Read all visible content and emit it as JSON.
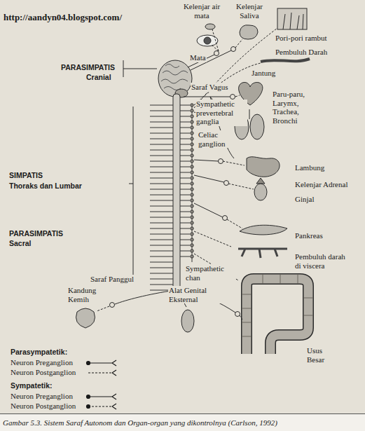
{
  "diagram": {
    "caption": "Gambar 5.3. Sistem Saraf Autonom dan Organ-organ yang dikontrolnya (Carlson, 1992)",
    "labels": [
      "http://aandyn04.blogspot.com/",
      "Kelenjar air mata",
      "Kelenjar Saliva",
      "Pori-pori rambut",
      "Mata",
      "Pembuluh Darah",
      "Jantung",
      "PARASIMPATIS",
      "Cranial",
      "Saraf Vagus",
      "Paru-paru, Larymx, Trachea, Bronchi",
      "Sympathetic prevertebral ganglia",
      "Celiac ganglion",
      "Lambung",
      "Kelenjar Adrenal",
      "SIMPATIS",
      "Thoraks dan Lumbar",
      "Ginjal",
      "Pankreas",
      "PARASIMPATIS",
      "Sacral",
      "Pembuluh darah di viscera",
      "Saraf Panggul",
      "Sympathetic chan",
      "Kandung Kemih",
      "Alat Genital Eksternal",
      "Usus Besar",
      "Parasympatetik:",
      "Sympatetik:"
    ],
    "legend": [
      {
        "text": "Neuron Preganglion"
      },
      {
        "text": "Neuron Postganglion"
      },
      {
        "text": "Neuron Preganglion"
      },
      {
        "text": "Neuron Postganglion"
      }
    ]
  }
}
